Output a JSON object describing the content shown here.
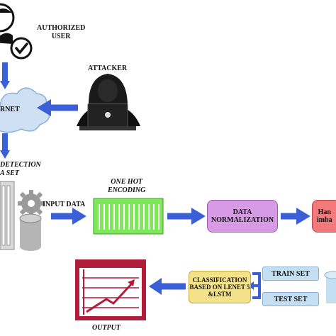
{
  "labels": {
    "authorized_user": "AUTHORIZED\nUSER",
    "attacker": "ATTACKER",
    "internet": "RNET",
    "dataset": "DETECTION\nA SET",
    "input_data": "INPUT DATA",
    "one_hot": "ONE HOT\nENCODING",
    "normalization": "DATA\nNORMALIZATION",
    "imbalance": "Han\nimba",
    "classification": "CLASSIFICATION\nBASED ON LENET 5\n&LSTM",
    "train_set": "TRAIN SET",
    "test_set": "TEST SET",
    "output": "OUTPUT"
  },
  "colors": {
    "arrow": "#3a5fd6",
    "cloud": "#cfe0f5",
    "one_hot": "#7ee85a",
    "normalization": "#d79be6",
    "imbalance": "#f27a7a",
    "classification": "#f4e28a",
    "train_test": "#c4dff2",
    "output": "#b01c3a"
  },
  "icons": [
    "user-icon",
    "checkmark-icon",
    "hacker-laptop-icon",
    "cloud-icon",
    "server-rack-icon",
    "gear-icon",
    "database-icon",
    "chart-growth-icon"
  ]
}
